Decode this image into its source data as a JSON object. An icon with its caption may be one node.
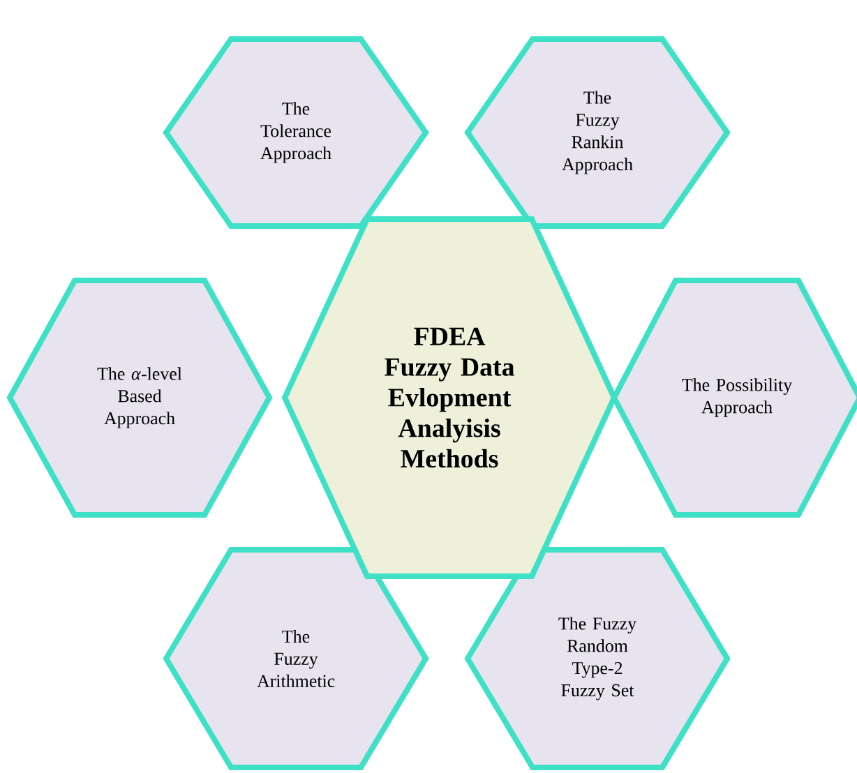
{
  "diagram": {
    "nodes": [
      {
        "text": [
          "FDEA",
          "Fuzzy Data Evlopment Analyisis Methods"
        ]
      },
      {
        "text": [
          "The Tolerance Approach"
        ]
      },
      {
        "text": [
          "The Fuzzy Rankin Approach"
        ]
      },
      {
        "text": [
          "The *α*-level Based Approach"
        ]
      },
      {
        "text": [
          "The Possibility Approach"
        ]
      },
      {
        "text": [
          "The Fuzzy Arithmetic"
        ]
      },
      {
        "text": [
          "The Fuzzy Random Type-2 Fuzzy Set"
        ]
      }
    ]
  }
}
